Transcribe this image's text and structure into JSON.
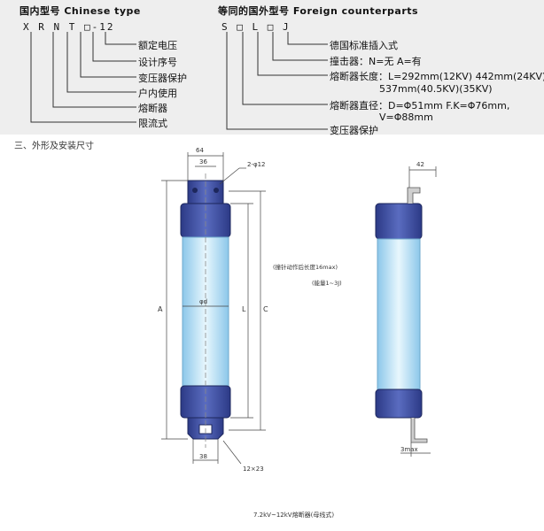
{
  "chinese": {
    "header": "国内型号 Chinese type",
    "code": "X R N T □-12",
    "items": [
      "额定电压",
      "设计序号",
      "变压器保护",
      "户内使用",
      "熔断器",
      "限流式"
    ]
  },
  "foreign": {
    "header": "等同的国外型号 Foreign counterparts",
    "code": "S □ L □ J",
    "items": [
      "德国标准插入式",
      "撞击器：N=无 A=有",
      "熔断器长度：L=292mm(12KV)  442mm(24KV)",
      "537mm(40.5KV)(35KV)",
      "熔断器直径：D=Φ51mm F.K=Φ76mm,",
      "V=Φ88mm",
      "变压器保护"
    ]
  },
  "section_title": "三、外形及安装尺寸",
  "drawing": {
    "dim_top_outer": "64",
    "dim_top_inner": "36",
    "dim_holes": "2-φ12",
    "dim_diameter": "φd",
    "dim_A": "A",
    "dim_L": "L",
    "dim_C": "C",
    "dim_bottom": "38",
    "dim_slot": "12×23",
    "dim_right_top": "42",
    "striker_travel": "(撞针动作后长度16max)",
    "striker_energy": "(能量1~3J)",
    "dim_3max": "3max",
    "caption": "7.2kV~12kV熔断器(母线式)"
  },
  "colors": {
    "cap": "#3d4d9a",
    "body_center": "#dff3fb",
    "body_edge": "#8cc7ea"
  }
}
